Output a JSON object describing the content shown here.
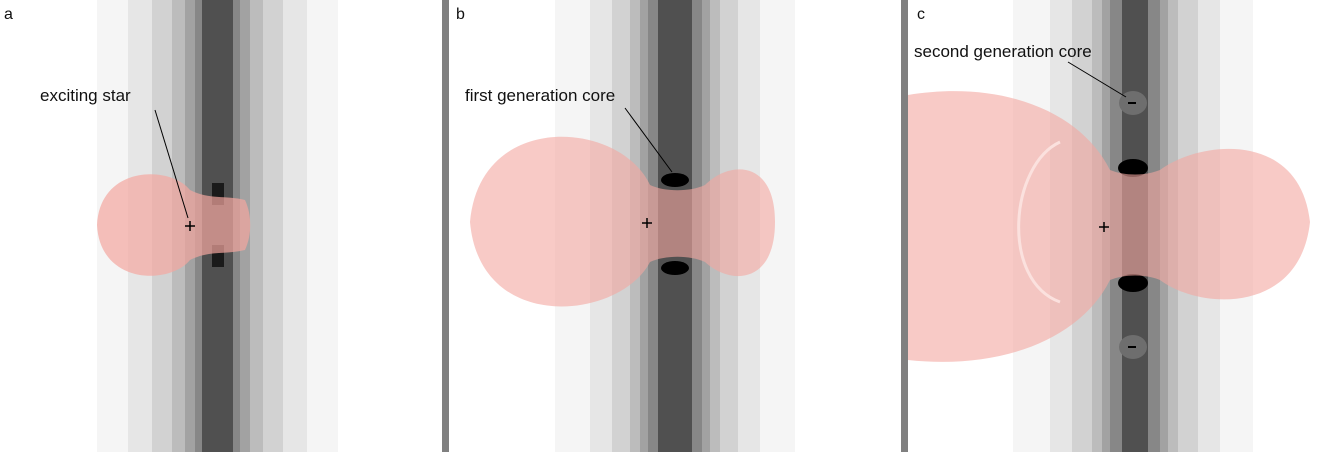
{
  "panels": [
    {
      "label": "a",
      "annotation": "exciting star"
    },
    {
      "label": "b",
      "annotation": "first generation core"
    },
    {
      "label": "c",
      "annotation": "second generation core"
    }
  ],
  "colors": {
    "ionized_region": "#f4a6a0",
    "band_shades": [
      "#f5f5f5",
      "#e6e6e6",
      "#d2d2d2",
      "#bcbcbc",
      "#a2a2a2",
      "#878787",
      "#6e6e6e",
      "#505050"
    ],
    "core": "#000000",
    "divider": "#808080"
  }
}
